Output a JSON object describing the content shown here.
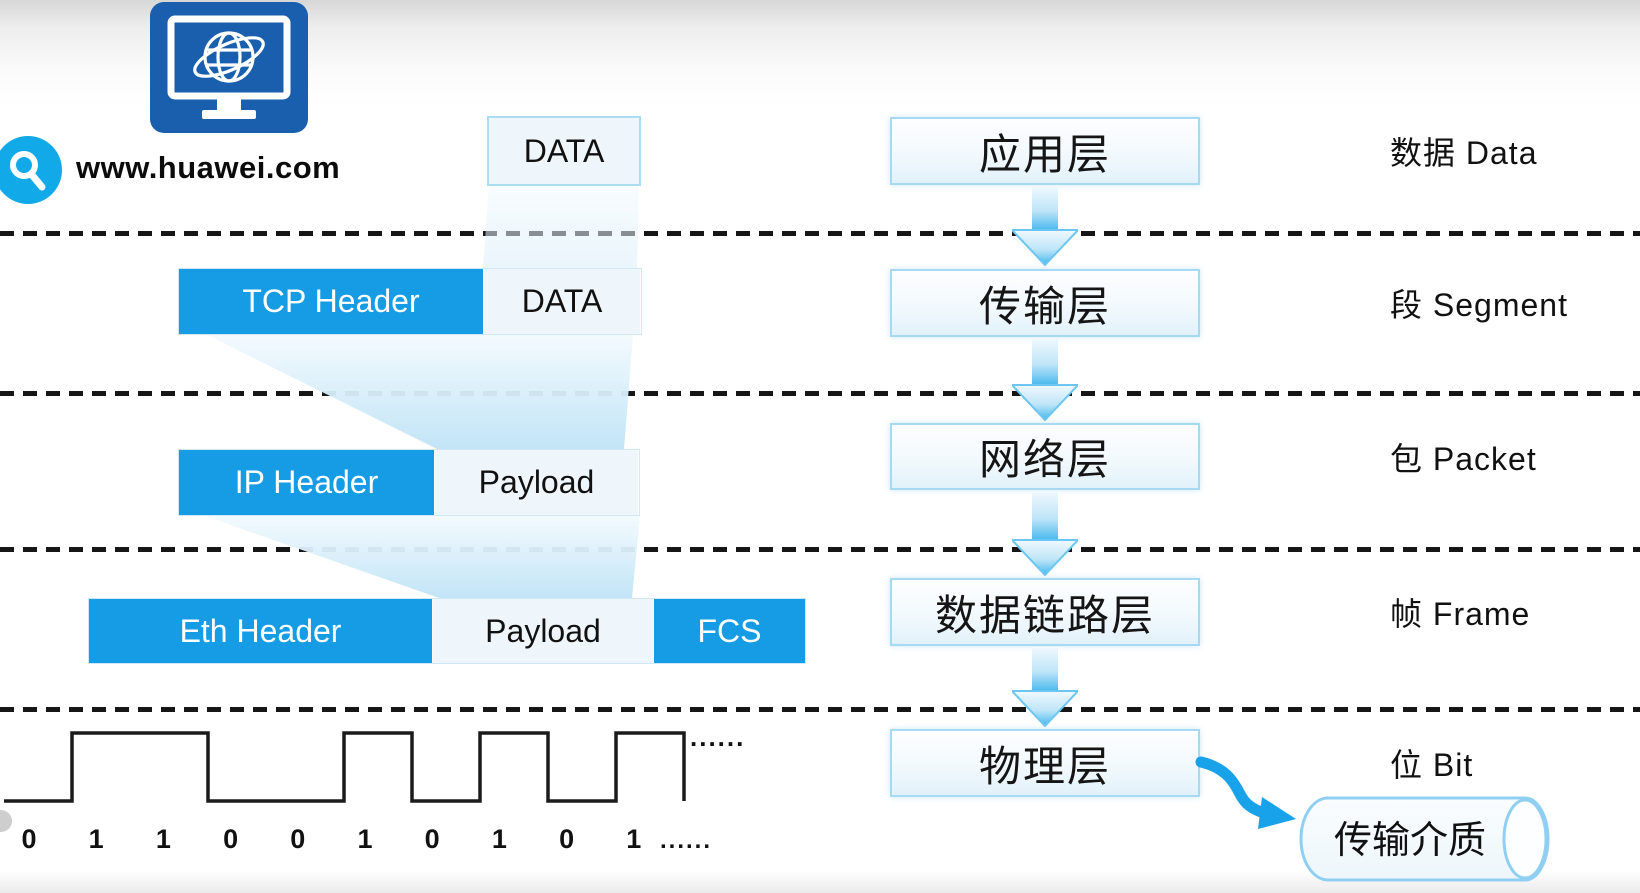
{
  "header": {
    "url": "www.huawei.com",
    "monitor_icon": "monitor-globe-icon",
    "search_icon": "search-icon"
  },
  "top_data_box": "DATA",
  "encapsulation_rows": [
    {
      "segments": [
        {
          "label": "TCP Header",
          "kind": "header"
        },
        {
          "label": "DATA",
          "kind": "payload"
        }
      ]
    },
    {
      "segments": [
        {
          "label": "IP Header",
          "kind": "header"
        },
        {
          "label": "Payload",
          "kind": "payload"
        }
      ]
    },
    {
      "segments": [
        {
          "label": "Eth Header",
          "kind": "header"
        },
        {
          "label": "Payload",
          "kind": "payload"
        },
        {
          "label": "FCS",
          "kind": "header"
        }
      ]
    }
  ],
  "layers": [
    {
      "name": "应用层",
      "pdu": "数据 Data"
    },
    {
      "name": "传输层",
      "pdu": "段 Segment"
    },
    {
      "name": "网络层",
      "pdu": "包 Packet"
    },
    {
      "name": "数据链路层",
      "pdu": "帧 Frame"
    },
    {
      "name": "物理层",
      "pdu": "位 Bit"
    }
  ],
  "medium": {
    "label": "传输介质"
  },
  "bitstream": {
    "bits": [
      "0",
      "1",
      "1",
      "0",
      "0",
      "1",
      "0",
      "1",
      "0",
      "1"
    ],
    "wave_ellipsis": "......",
    "bits_ellipsis": "......"
  },
  "colors": {
    "accent_blue": "#169ce4",
    "arrow_blue": "#17a2ea",
    "icon_navy": "#1a5fae",
    "search_cyan": "#12a9e8",
    "pale_fill": "#eef6fb",
    "light_border": "#a6d9f2"
  }
}
